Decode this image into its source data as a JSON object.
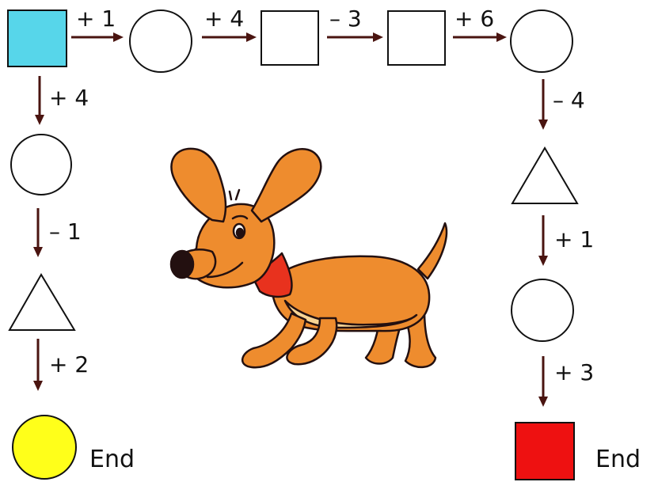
{
  "colors": {
    "start_square": "#57d6ea",
    "end_circle": "#ffff1a",
    "end_square": "#ee1111",
    "dog_body": "#ee8c2e",
    "dog_collar": "#e8321e",
    "dog_belly": "#f8d494",
    "arrow": "#4a1410"
  },
  "top_row": {
    "ops": [
      "+ 1",
      "+ 4",
      "– 3",
      "+ 6"
    ],
    "shapes": [
      "square-filled-cyan",
      "circle",
      "square",
      "square",
      "circle"
    ]
  },
  "left_column": {
    "ops": [
      "+ 4",
      "– 1",
      "+ 2"
    ],
    "shapes": [
      "circle",
      "triangle",
      "circle-filled-yellow"
    ],
    "end_label": "End"
  },
  "right_column": {
    "ops": [
      "– 4",
      "+ 1",
      "+ 3"
    ],
    "shapes": [
      "triangle",
      "circle",
      "square-filled-red"
    ],
    "end_label": "End"
  },
  "illustration": "dog-icon"
}
